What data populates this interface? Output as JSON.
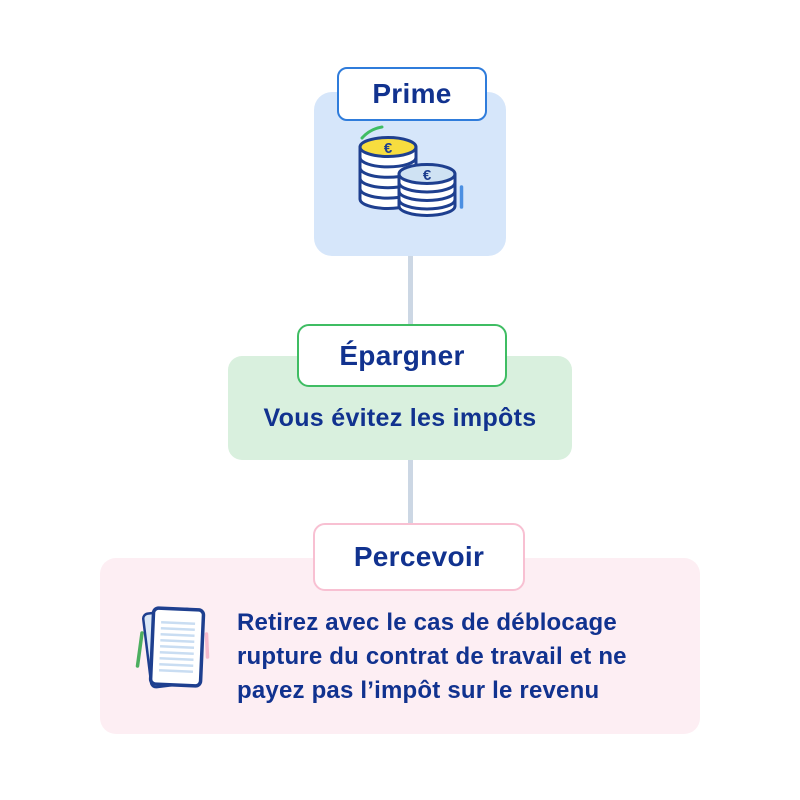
{
  "infographic": {
    "background_color": "#ffffff",
    "text_color": "#11328f",
    "connector_color": "#ccd7e4",
    "steps": [
      {
        "label": "Prime",
        "icon": "coins-icon",
        "border_color": "#2f7cdb",
        "card_color": "#d6e6fa",
        "coin_symbol": "€",
        "coin_top_color": "#f7dd3f",
        "coin_front_color": "#cfe2f3"
      },
      {
        "label": "Épargner",
        "description": "Vous évitez les impôts",
        "border_color": "#3fbd63",
        "card_color": "#d9f0de"
      },
      {
        "label": "Percevoir",
        "icon": "documents-icon",
        "border_color": "#f8c0d2",
        "card_color": "#fdeef3",
        "description_lines": [
          "Retirez avec le cas de déblocage",
          "rupture du contrat de travail et ne",
          "payez pas l’impôt sur le revenu"
        ]
      }
    ]
  }
}
